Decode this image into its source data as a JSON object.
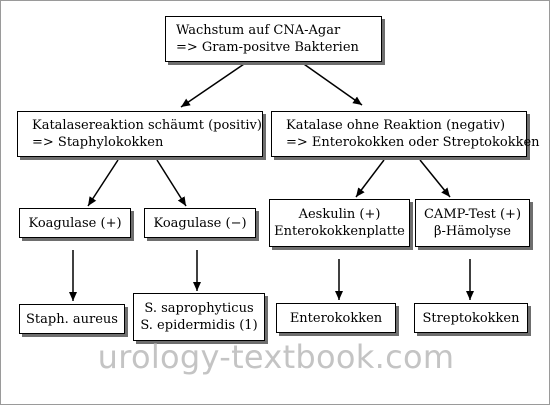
{
  "diagram": {
    "type": "flowchart",
    "colors": {
      "border": "#000000",
      "shadow": "#6e6e6e",
      "arrow": "#000000",
      "watermark": "#c4c4c4"
    },
    "nodes": {
      "root": {
        "lines": [
          "Wachstum auf CNA-Agar",
          "=> Gram-positve Bakterien"
        ]
      },
      "katalase_pos": {
        "lines": [
          "Katalasereaktion schäumt (positiv)",
          "=> Staphylokokken"
        ]
      },
      "katalase_neg": {
        "lines": [
          "Katalase ohne Reaktion (negativ)",
          "=> Enterokokken oder Streptokokken"
        ]
      },
      "koag_pos": {
        "lines": [
          "Koagulase (+)"
        ]
      },
      "koag_neg": {
        "lines": [
          "Koagulase (−)"
        ]
      },
      "aeskulin": {
        "lines": [
          "Aeskulin (+)",
          "Enterokokkenplatte"
        ]
      },
      "camp": {
        "lines": [
          "CAMP-Test (+)",
          "β-Hämolyse"
        ]
      },
      "staph_aureus": {
        "lines": [
          "Staph. aureus"
        ]
      },
      "sapro": {
        "lines": [
          "S. saprophyticus",
          "S. epidermidis (1)"
        ]
      },
      "enterokokken": {
        "lines": [
          "Enterokokken"
        ]
      },
      "streptokokken": {
        "lines": [
          "Streptokokken"
        ]
      }
    },
    "edges": [
      {
        "from": "root",
        "to": "katalase_pos"
      },
      {
        "from": "root",
        "to": "katalase_neg"
      },
      {
        "from": "katalase_pos",
        "to": "koag_pos"
      },
      {
        "from": "katalase_pos",
        "to": "koag_neg"
      },
      {
        "from": "katalase_neg",
        "to": "aeskulin"
      },
      {
        "from": "katalase_neg",
        "to": "camp"
      },
      {
        "from": "koag_pos",
        "to": "staph_aureus"
      },
      {
        "from": "koag_neg",
        "to": "sapro"
      },
      {
        "from": "aeskulin",
        "to": "enterokokken"
      },
      {
        "from": "camp",
        "to": "streptokokken"
      }
    ]
  },
  "watermark": {
    "text": "urology-textbook.com"
  }
}
